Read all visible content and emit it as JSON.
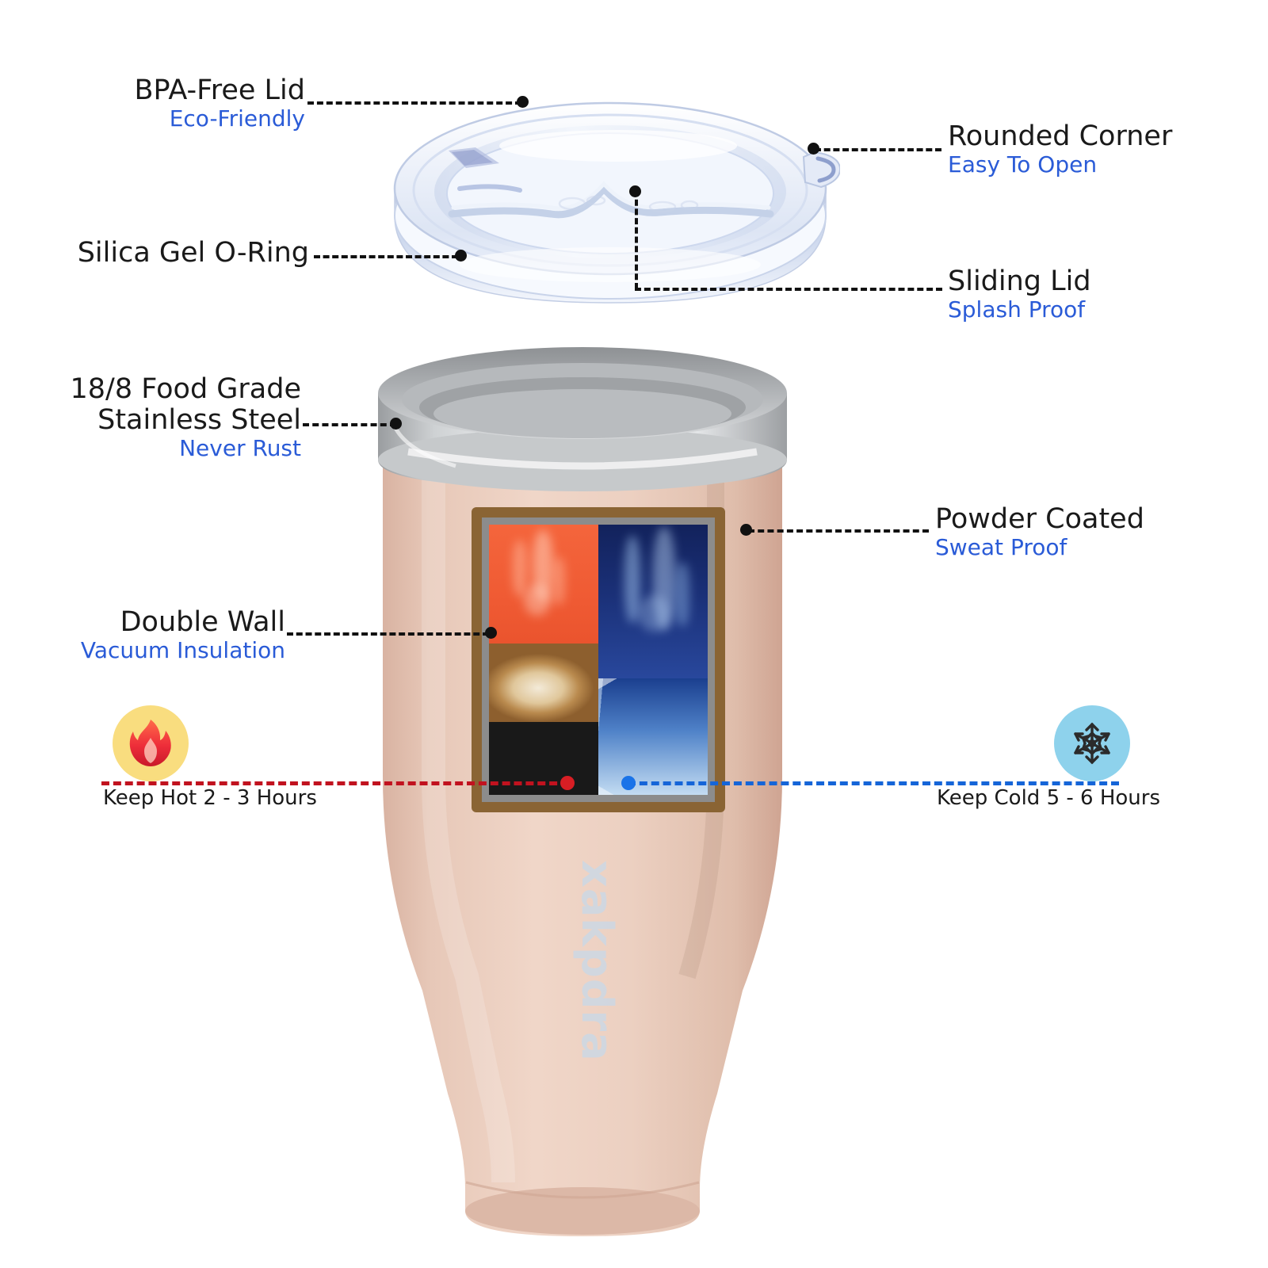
{
  "product": {
    "type": "insulated-tumbler",
    "body_color": "#e6c9ba",
    "rim_color": "#b9bbbd",
    "lid_color": "#dfe6f2",
    "logo_text": "xakpdra"
  },
  "accent_colors": {
    "subtitle_blue": "#2a5bd7",
    "title_black": "#1a1a1a",
    "hot_line": "#c1121f",
    "cold_line": "#1565d8",
    "hot_badge_bg": "#f9dd7f",
    "cold_badge_bg": "#8ed2ec"
  },
  "callouts": [
    {
      "id": "bpa-free-lid",
      "title": "BPA-Free Lid",
      "subtitle": "Eco-Friendly",
      "side": "left"
    },
    {
      "id": "rounded-corner",
      "title": "Rounded Corner",
      "subtitle": "Easy To Open",
      "side": "right"
    },
    {
      "id": "silica-gel-o-ring",
      "title": "Silica Gel O-Ring",
      "subtitle": "",
      "side": "left"
    },
    {
      "id": "sliding-lid",
      "title": "Sliding Lid",
      "subtitle": "Splash Proof",
      "side": "right"
    },
    {
      "id": "stainless-steel",
      "title": "18/8 Food Grade\nStainless Steel",
      "subtitle": "Never Rust",
      "side": "left"
    },
    {
      "id": "powder-coated",
      "title": "Powder Coated",
      "subtitle": "Sweat Proof",
      "side": "right"
    },
    {
      "id": "double-wall",
      "title": "Double Wall",
      "subtitle": "Vacuum Insulation",
      "side": "left"
    }
  ],
  "performance": {
    "hot": {
      "icon": "fire-icon",
      "caption": "Keep Hot 2 - 3 Hours"
    },
    "cold": {
      "icon": "snowflake-icon",
      "caption": "Keep Cold 5 - 6 Hours"
    }
  },
  "label_art": {
    "left_scene": "steaming coffee with latte art in black cup on orange background",
    "right_scene": "blue smoke over ice cubes on dark blue background"
  }
}
